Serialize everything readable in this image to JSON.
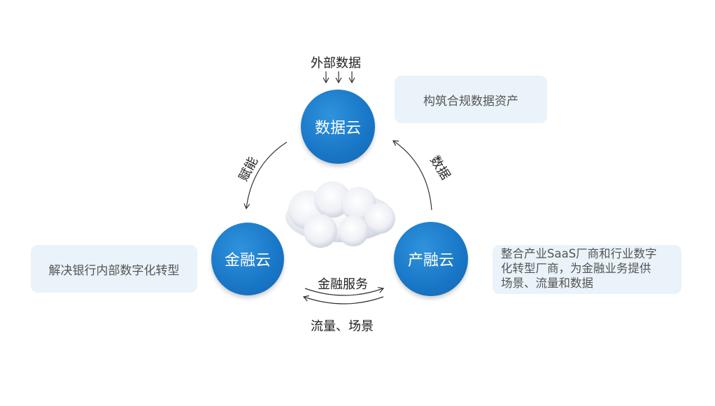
{
  "nodes": {
    "data_cloud": "数据云",
    "finance_cloud": "金融云",
    "industry_cloud": "产融云"
  },
  "labels": {
    "external_data": "外部数据",
    "empower": "赋能",
    "data": "数据",
    "finance_services": "金融服务",
    "traffic_scenes": "流量、场景"
  },
  "boxes": {
    "data_desc": "构筑合规数据资产",
    "finance_desc": "解决银行内部数字化转型",
    "industry_desc_lines": [
      "整合产业SaaS厂商和行业数字",
      "化转型厂商，为金融业务提供",
      "场景、流量和数据"
    ]
  },
  "colors": {
    "node_blue": "#1a78c8",
    "box_bg": "#e9f3f9",
    "arrow": "#333333"
  }
}
